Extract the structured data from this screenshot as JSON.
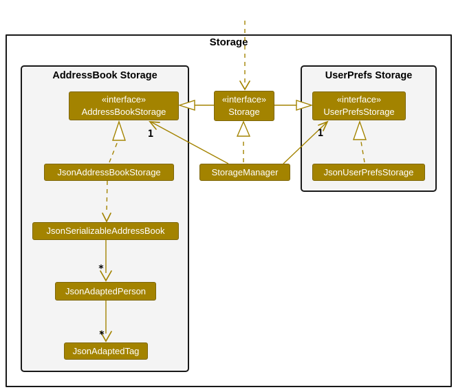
{
  "frame": {
    "title": "Storage"
  },
  "packages": [
    {
      "title": "AddressBook Storage"
    },
    {
      "title": "UserPrefs Storage"
    }
  ],
  "classes": {
    "address_book_storage": {
      "stereotype": "«interface»",
      "name": "AddressBookStorage"
    },
    "storage": {
      "stereotype": "«interface»",
      "name": "Storage"
    },
    "user_prefs_storage": {
      "stereotype": "«interface»",
      "name": "UserPrefsStorage"
    },
    "json_address_book_storage": {
      "name": "JsonAddressBookStorage"
    },
    "storage_manager": {
      "name": "StorageManager"
    },
    "json_user_prefs_storage": {
      "name": "JsonUserPrefsStorage"
    },
    "json_serializable_address_book": {
      "name": "JsonSerializableAddressBook"
    },
    "json_adapted_person": {
      "name": "JsonAdaptedPerson"
    },
    "json_adapted_tag": {
      "name": "JsonAdaptedTag"
    }
  },
  "edges": [
    {
      "to": "Storage",
      "type": "incoming-dependency-dashed-arrow",
      "label": ""
    },
    {
      "from": "Storage",
      "to": "AddressBookStorage",
      "type": "extends-hollow-triangle",
      "label": ""
    },
    {
      "from": "Storage",
      "to": "UserPrefsStorage",
      "type": "extends-hollow-triangle",
      "label": ""
    },
    {
      "from": "StorageManager",
      "to": "Storage",
      "type": "implements-dashed-hollow-triangle",
      "label": ""
    },
    {
      "from": "StorageManager",
      "to": "AddressBookStorage",
      "type": "association-arrow",
      "label": "1"
    },
    {
      "from": "StorageManager",
      "to": "UserPrefsStorage",
      "type": "association-arrow",
      "label": "1"
    },
    {
      "from": "JsonAddressBookStorage",
      "to": "AddressBookStorage",
      "type": "implements-dashed-hollow-triangle",
      "label": ""
    },
    {
      "from": "JsonUserPrefsStorage",
      "to": "UserPrefsStorage",
      "type": "implements-dashed-hollow-triangle",
      "label": ""
    },
    {
      "from": "JsonAddressBookStorage",
      "to": "JsonSerializableAddressBook",
      "type": "dependency-dashed-arrow",
      "label": ""
    },
    {
      "from": "JsonSerializableAddressBook",
      "to": "JsonAdaptedPerson",
      "type": "association-arrow",
      "label": "*"
    },
    {
      "from": "JsonAdaptedPerson",
      "to": "JsonAdaptedTag",
      "type": "association-arrow",
      "label": "*"
    }
  ],
  "colors": {
    "node_fill": "#A38300",
    "node_text": "#FFFFFF",
    "line": "#A38300",
    "package_fill": "#F4F4F4",
    "border": "#181818"
  }
}
